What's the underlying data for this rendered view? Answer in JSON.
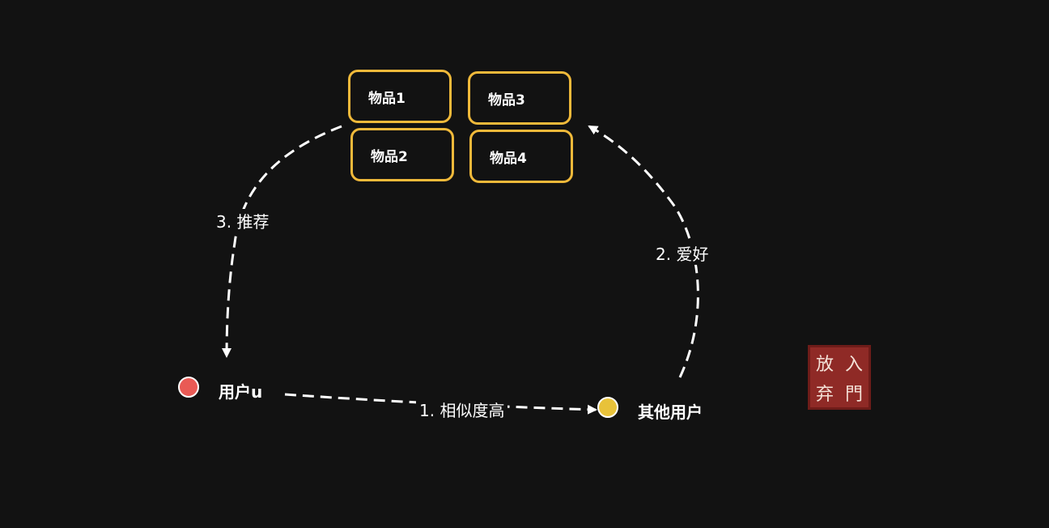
{
  "items": [
    "物品1",
    "物品3",
    "物品2",
    "物品4"
  ],
  "nodes": {
    "user_u": {
      "label": "用户u",
      "color": "#e95a55"
    },
    "other_users": {
      "label": "其他用户",
      "color": "#e8c23a"
    }
  },
  "edges": {
    "similarity": "1. 相似度高",
    "preference": "2. 爱好",
    "recommend": "3. 推荐"
  },
  "seal": {
    "chars": [
      "放",
      "入",
      "弃",
      "門"
    ]
  },
  "colors": {
    "background": "#121212",
    "item_border": "#f0b93a",
    "edge": "#ffffff"
  }
}
